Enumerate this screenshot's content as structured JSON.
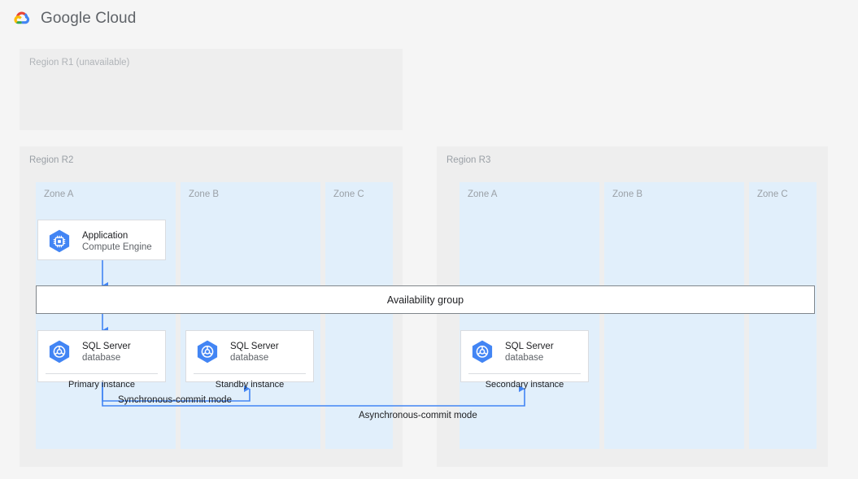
{
  "header": {
    "brand": "Google Cloud",
    "logo_icon": "google-cloud-logo-icon"
  },
  "diagram": {
    "regions": [
      {
        "id": "r1",
        "label": "Region R1 (unavailable)",
        "available": false,
        "zones": []
      },
      {
        "id": "r2",
        "label": "Region R2",
        "available": true,
        "zones": [
          {
            "id": "r2-a",
            "label": "Zone A"
          },
          {
            "id": "r2-b",
            "label": "Zone B"
          },
          {
            "id": "r2-c",
            "label": "Zone C"
          }
        ]
      },
      {
        "id": "r3",
        "label": "Region R3",
        "available": true,
        "zones": [
          {
            "id": "r3-a",
            "label": "Zone A"
          },
          {
            "id": "r3-b",
            "label": "Zone B"
          },
          {
            "id": "r3-c",
            "label": "Zone C"
          }
        ]
      }
    ],
    "cards": [
      {
        "id": "application",
        "title": "Application",
        "subtitle": "Compute Engine",
        "footer": null,
        "icon": "compute-engine-icon"
      },
      {
        "id": "primary-db",
        "title": "SQL Server",
        "subtitle": "database",
        "footer": "Primary instance",
        "icon": "sql-server-database-icon"
      },
      {
        "id": "standby-db",
        "title": "SQL Server",
        "subtitle": "database",
        "footer": "Standby instance",
        "icon": "sql-server-database-icon"
      },
      {
        "id": "secondary-db",
        "title": "SQL Server",
        "subtitle": "database",
        "footer": "Secondary instance",
        "icon": "sql-server-database-icon"
      }
    ],
    "availability_group": {
      "label": "Availability group"
    },
    "edges": [
      {
        "id": "sync",
        "label": "Synchronous-commit mode"
      },
      {
        "id": "async",
        "label": "Asynchronous-commit mode"
      }
    ],
    "colors": {
      "region_bg": "#eeeeee",
      "zone_bg": "#e1effb",
      "card_border": "#dadce0",
      "connector": "#4285f4",
      "icon_blue": "#4285f4",
      "page_bg": "#f5f5f5"
    }
  }
}
